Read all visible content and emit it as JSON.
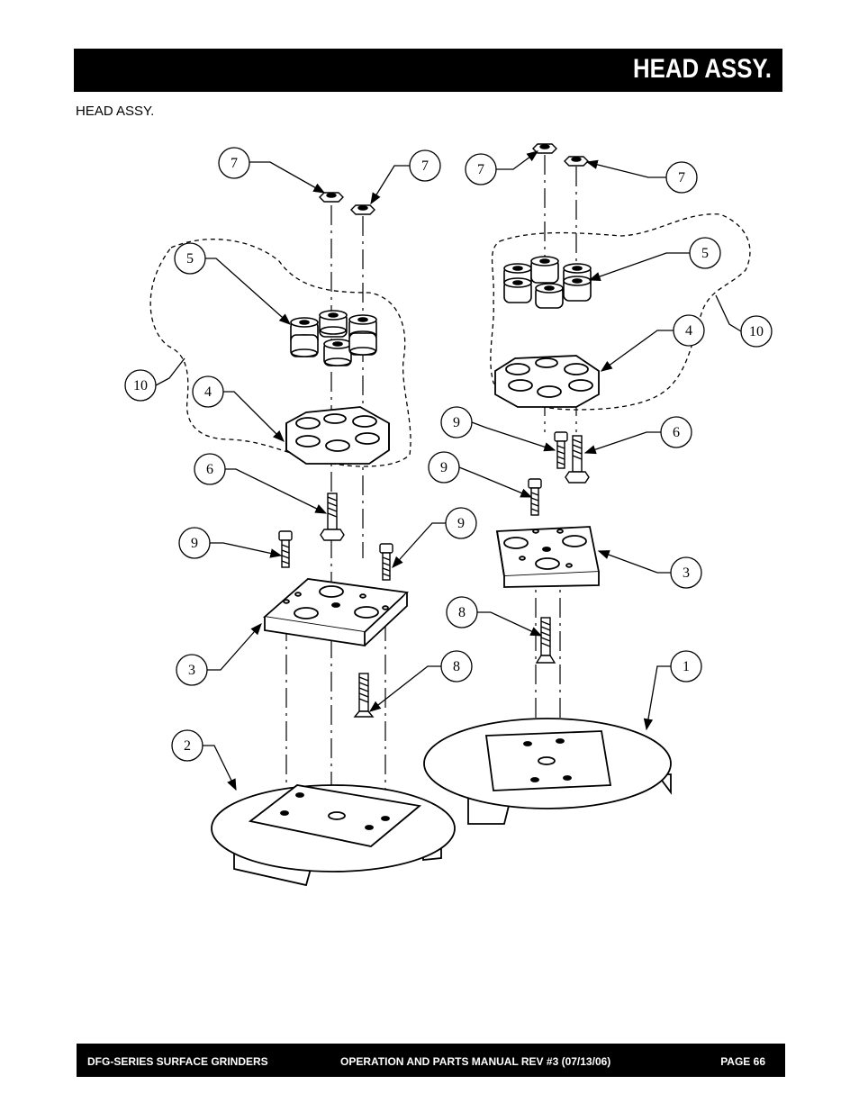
{
  "header": {
    "title": "HEAD ASSY."
  },
  "subtitle": "HEAD ASSY.",
  "figure": {
    "callouts": [
      {
        "label": "7"
      },
      {
        "label": "7"
      },
      {
        "label": "7"
      },
      {
        "label": "7"
      },
      {
        "label": "5"
      },
      {
        "label": "5"
      },
      {
        "label": "10"
      },
      {
        "label": "10"
      },
      {
        "label": "4"
      },
      {
        "label": "4"
      },
      {
        "label": "6"
      },
      {
        "label": "6"
      },
      {
        "label": "9"
      },
      {
        "label": "9"
      },
      {
        "label": "9"
      },
      {
        "label": "9"
      },
      {
        "label": "3"
      },
      {
        "label": "3"
      },
      {
        "label": "8"
      },
      {
        "label": "8"
      },
      {
        "label": "2"
      },
      {
        "label": "1"
      }
    ]
  },
  "footer": {
    "left": "DFG-SERIES SURFACE GRINDERS",
    "center": "OPERATION AND PARTS MANUAL REV #3 (07/13/06)",
    "right": "PAGE 66"
  }
}
